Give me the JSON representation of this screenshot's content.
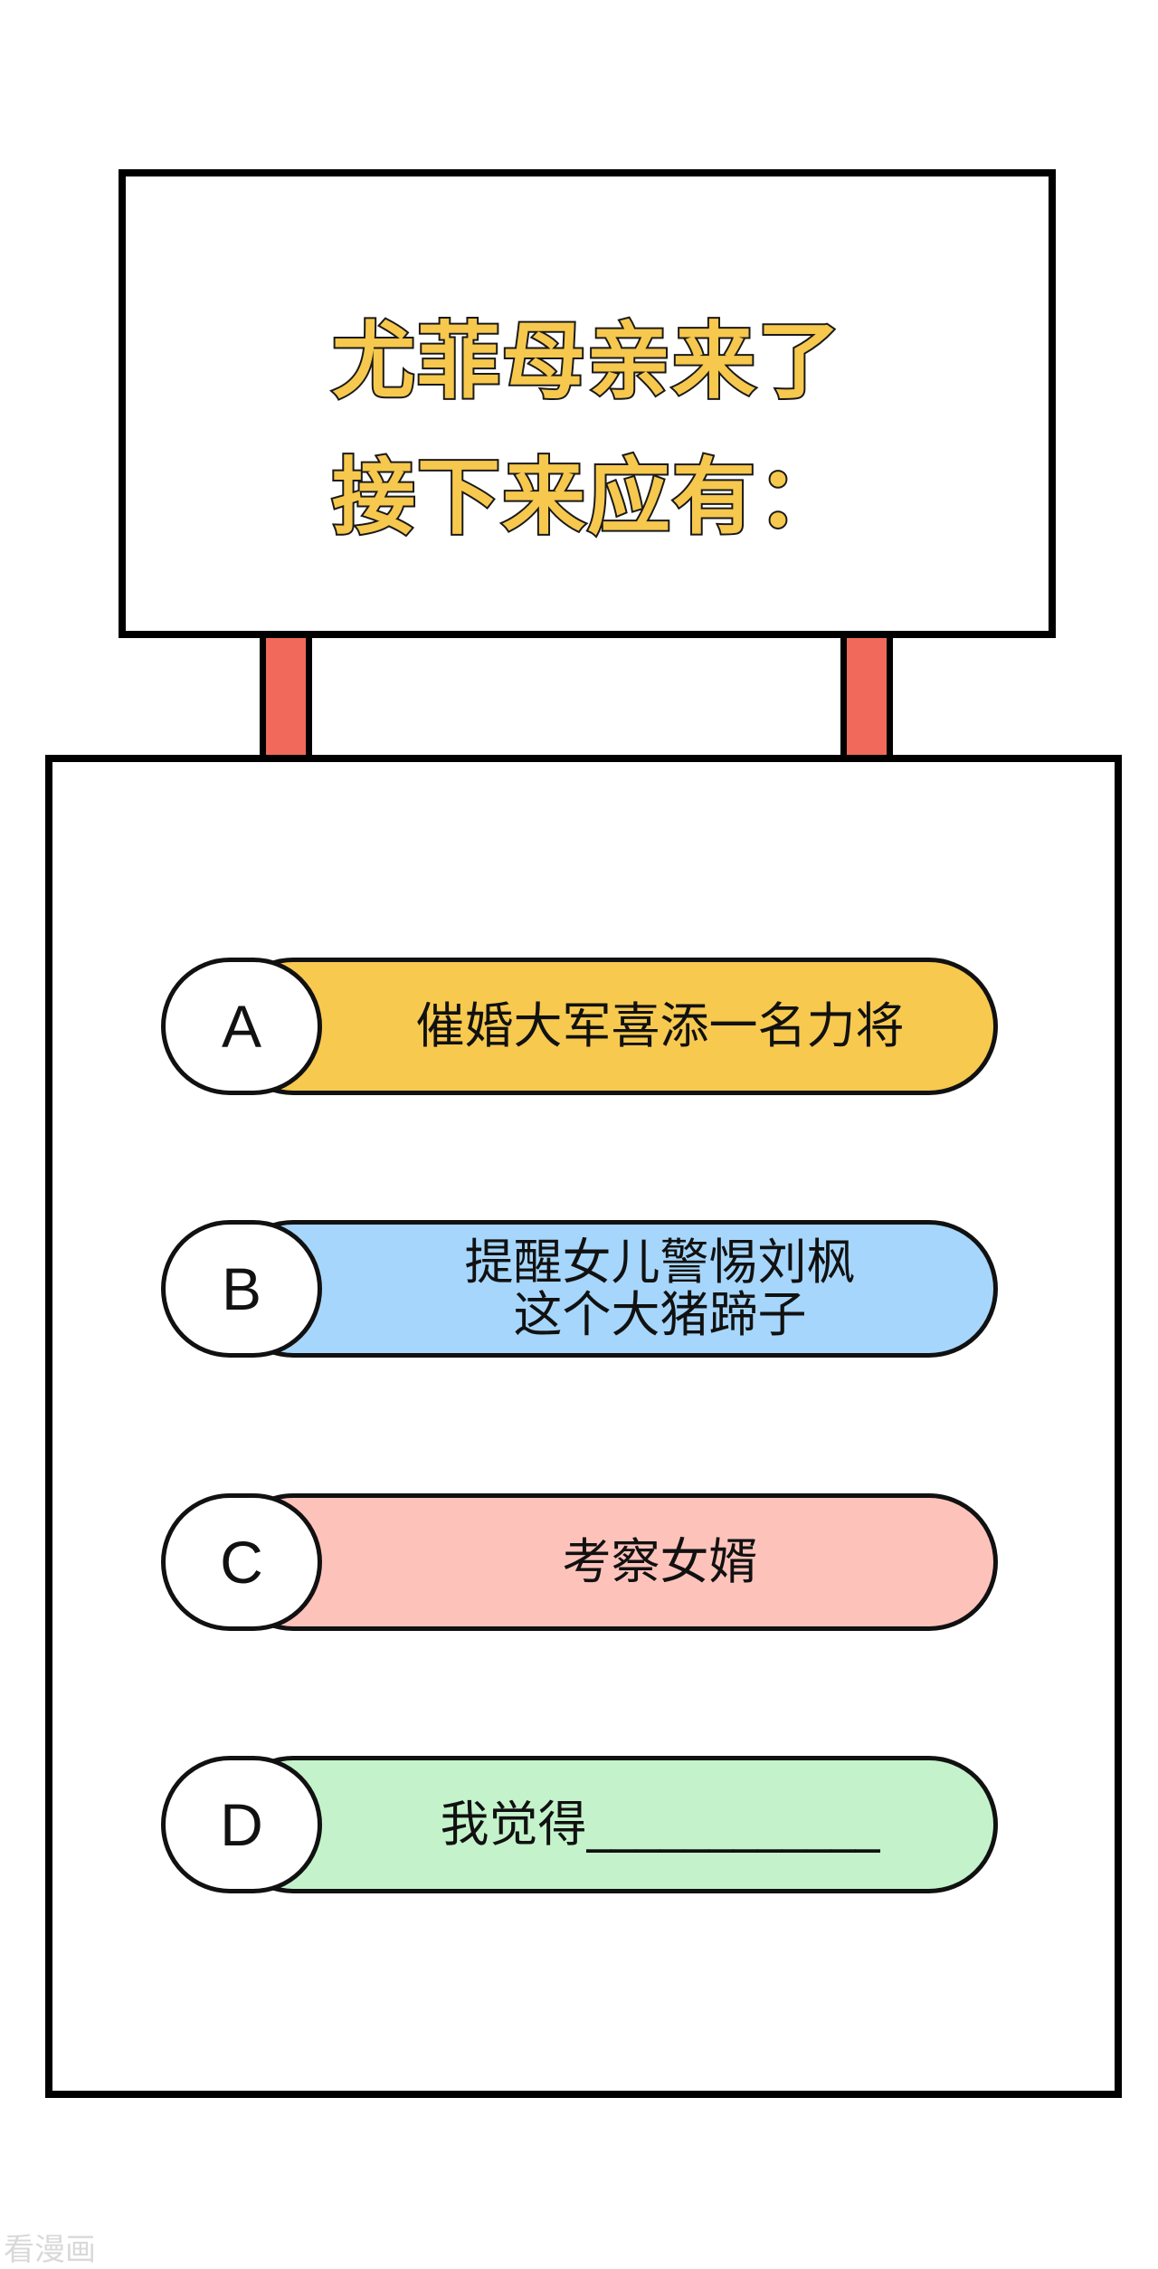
{
  "title": {
    "line1": "尤菲母亲来了",
    "line2": "接下来应有："
  },
  "options": [
    {
      "letter": "A",
      "text": "催婚大军喜添一名力将",
      "color": "#f7c94f"
    },
    {
      "letter": "B",
      "text": "提醒女儿警惕刘枫\n这个大猪蹄子",
      "color": "#a6d6fb"
    },
    {
      "letter": "C",
      "text": "考察女婿",
      "color": "#fdc3bb"
    },
    {
      "letter": "D",
      "text": "我觉得____________",
      "color": "#c4f3cb"
    }
  ],
  "watermark": "看漫画",
  "colors": {
    "title_fill": "#f7c84e",
    "post": "#f0695a",
    "outline": "#000000"
  }
}
